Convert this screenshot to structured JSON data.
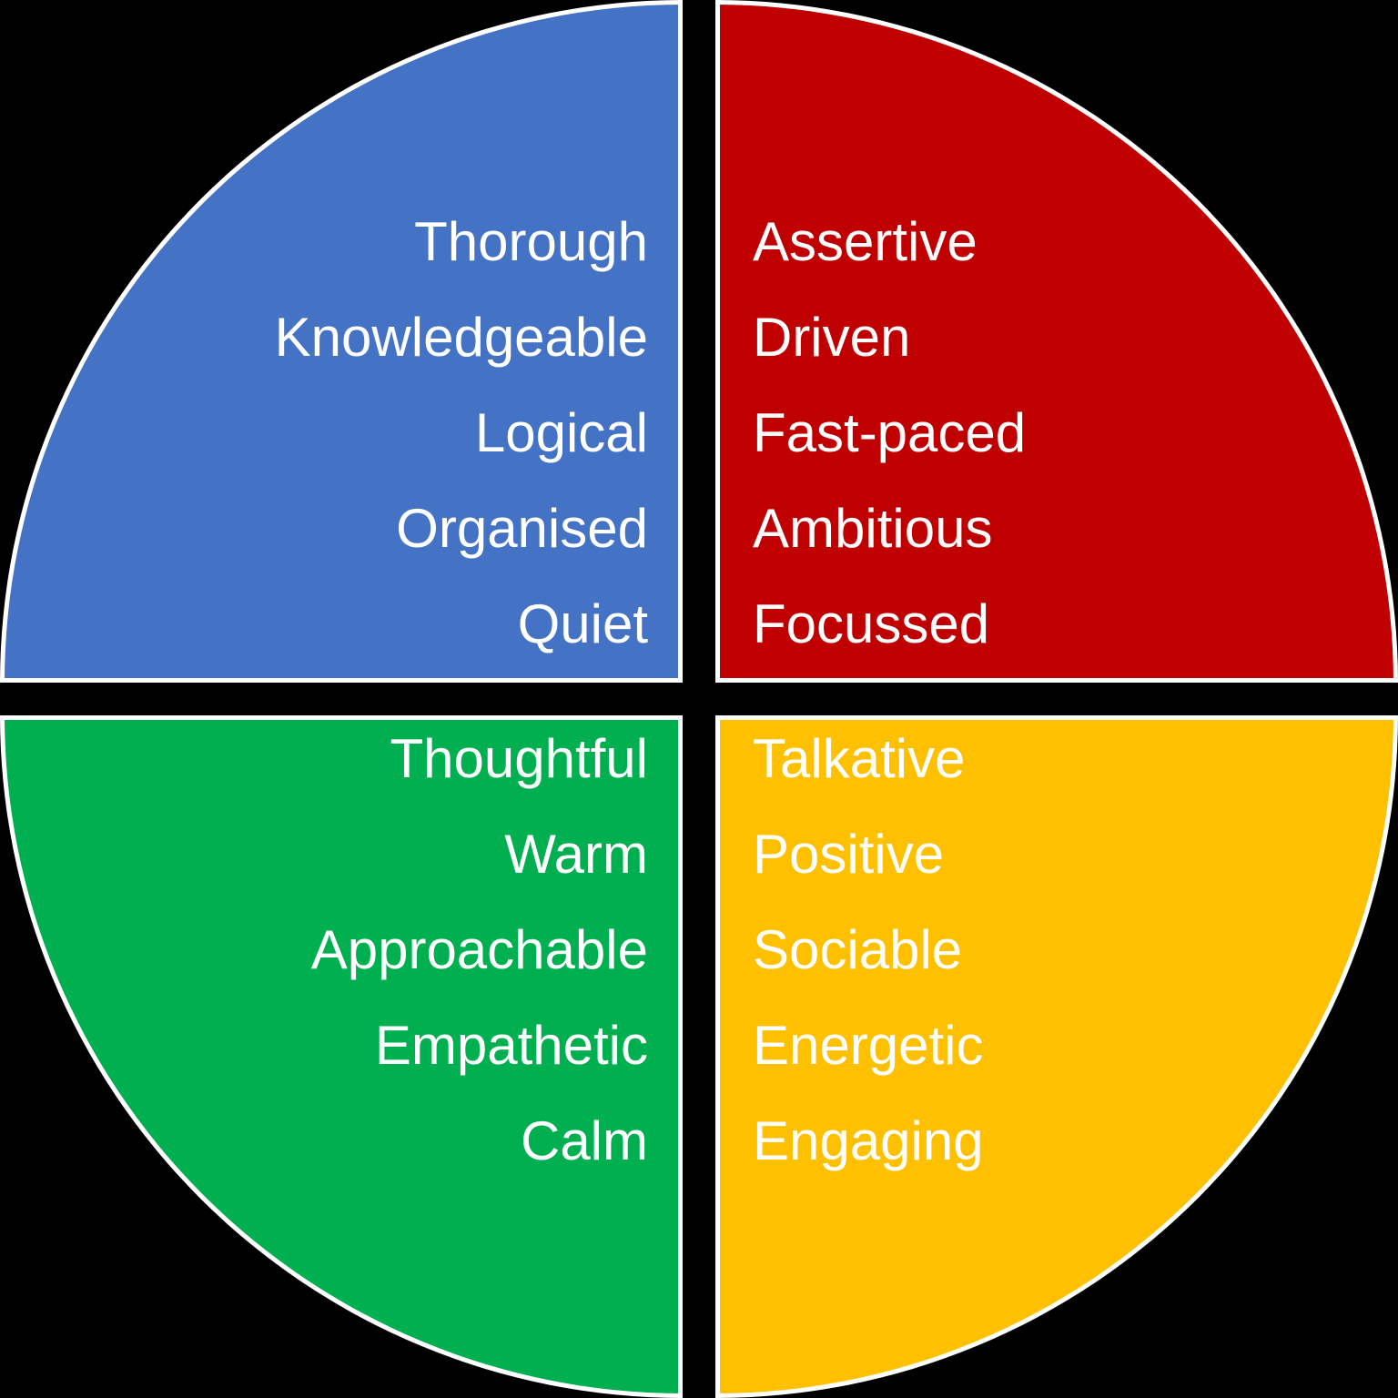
{
  "colors": {
    "background": "#000000",
    "stroke": "#FFFFFF",
    "text": "#FFFFFF",
    "blue": "#4472C4",
    "red": "#C00000",
    "green": "#00B050",
    "yellow": "#FFC000"
  },
  "quadrants": {
    "top_left": {
      "color": "#4472C4",
      "traits": [
        "Thorough",
        "Knowledgeable",
        "Logical",
        "Organised",
        "Quiet"
      ]
    },
    "top_right": {
      "color": "#C00000",
      "traits": [
        "Assertive",
        "Driven",
        "Fast-paced",
        "Ambitious",
        "Focussed"
      ]
    },
    "bottom_left": {
      "color": "#00B050",
      "traits": [
        "Thoughtful",
        "Warm",
        "Approachable",
        "Empathetic",
        "Calm"
      ]
    },
    "bottom_right": {
      "color": "#FFC000",
      "traits": [
        "Talkative",
        "Positive",
        "Sociable",
        "Energetic",
        "Engaging"
      ]
    }
  }
}
